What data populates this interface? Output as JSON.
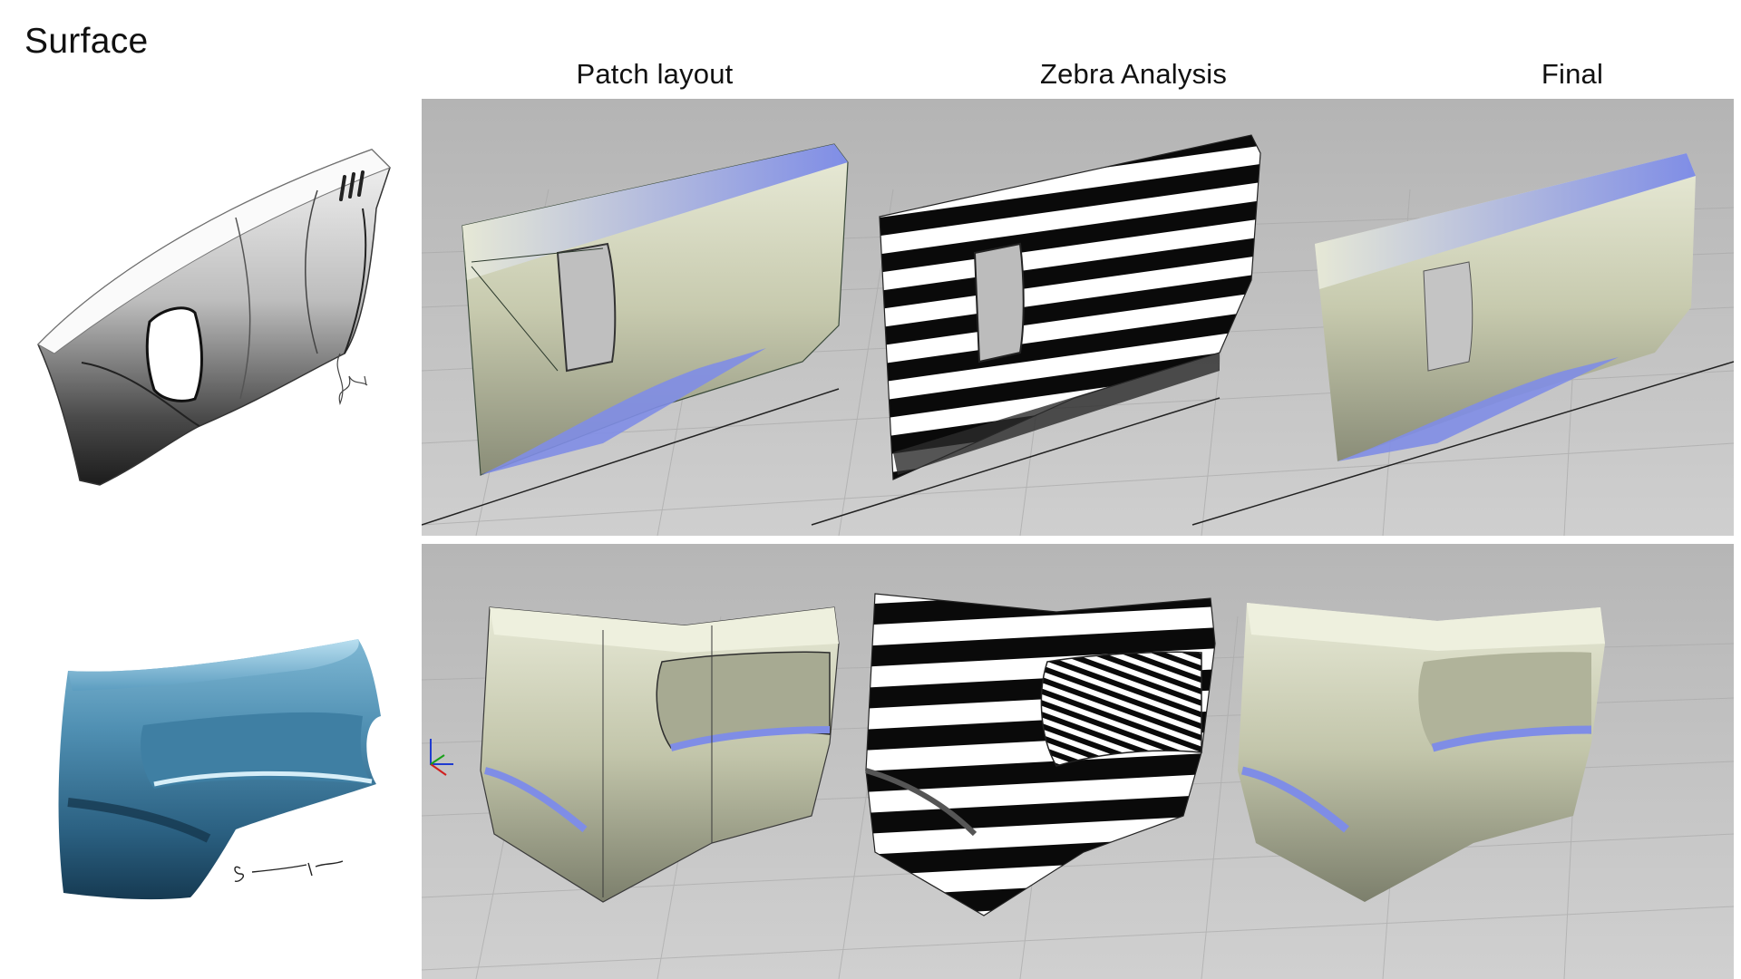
{
  "page": {
    "title": "Surface",
    "columns": [
      "Patch layout",
      "Zebra Analysis",
      "Final"
    ]
  },
  "rows": [
    {
      "id": "rear-panel",
      "sketch_style": "grayscale-rendering",
      "signature": "signature"
    },
    {
      "id": "bumper",
      "sketch_style": "blue-rendering",
      "signature": "signature"
    }
  ],
  "colors": {
    "viewport_bg": "#c6c6c6",
    "grid_line": "#b3b3b3",
    "surface_light": "#e7e9d6",
    "surface_mid": "#bfc2a6",
    "surface_dark": "#6f7261",
    "highlight_blue": "#7f8de6",
    "zebra_black": "#0a0a0a",
    "zebra_white": "#ffffff",
    "sketch_blue": "#2e6f93"
  },
  "icons": [
    "axis-triad-icon"
  ]
}
